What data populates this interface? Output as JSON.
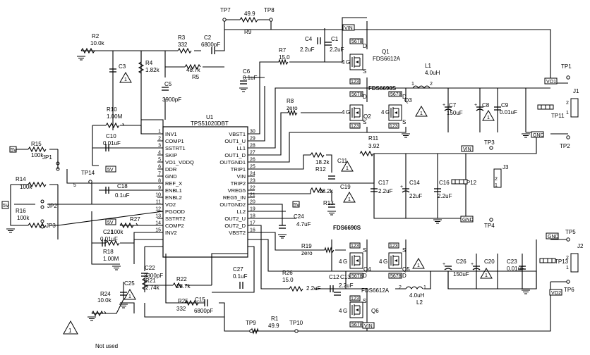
{
  "ic": {
    "ref": "U1",
    "part": "TPS51020DBT",
    "pins_left": [
      {
        "num": "1",
        "name": "INV1"
      },
      {
        "num": "2",
        "name": "COMP1"
      },
      {
        "num": "3",
        "name": "SSTRT1"
      },
      {
        "num": "4",
        "name": "SKIP"
      },
      {
        "num": "5",
        "name": "VO1_VDDQ"
      },
      {
        "num": "6",
        "name": "DDR"
      },
      {
        "num": "7",
        "name": "GND"
      },
      {
        "num": "8",
        "name": "REF_X"
      },
      {
        "num": "9",
        "name": "ENBL1"
      },
      {
        "num": "10",
        "name": "ENBL2"
      },
      {
        "num": "11",
        "name": "VO2"
      },
      {
        "num": "12",
        "name": "PGOOD"
      },
      {
        "num": "13",
        "name": "SSTRT2"
      },
      {
        "num": "14",
        "name": "COMP2"
      },
      {
        "num": "15",
        "name": "INV2"
      }
    ],
    "pins_right": [
      {
        "num": "30",
        "name": "VBST1"
      },
      {
        "num": "29",
        "name": "OUT1_U"
      },
      {
        "num": "28",
        "name": "LL1"
      },
      {
        "num": "27",
        "name": "OUT1_D"
      },
      {
        "num": "26",
        "name": "OUTGND1"
      },
      {
        "num": "25",
        "name": "TRIP1"
      },
      {
        "num": "24",
        "name": "VIN"
      },
      {
        "num": "23",
        "name": "TRIP2"
      },
      {
        "num": "22",
        "name": "VREG5"
      },
      {
        "num": "21",
        "name": "REG5_IN"
      },
      {
        "num": "20",
        "name": "OUTGND2"
      },
      {
        "num": "19",
        "name": "LL2"
      },
      {
        "num": "18",
        "name": "OUT2_U"
      },
      {
        "num": "17",
        "name": "OUT2_D"
      },
      {
        "num": "16",
        "name": "VBST2"
      }
    ]
  },
  "components": {
    "R1": {
      "ref": "R1",
      "value": "49.9"
    },
    "R2": {
      "ref": "R2",
      "value": "10.0k"
    },
    "R3": {
      "ref": "R3",
      "value": "332"
    },
    "R4": {
      "ref": "R4",
      "value": "1.82k"
    },
    "R5": {
      "ref": "R5",
      "value": "48.7k"
    },
    "R7": {
      "ref": "R7",
      "value": "15.0"
    },
    "R8": {
      "ref": "R8",
      "value": "zero"
    },
    "R9": {
      "ref": "R9",
      "value": "49.9"
    },
    "R10": {
      "ref": "R10",
      "value": "1.00M"
    },
    "R11": {
      "ref": "R11",
      "value": "3.92"
    },
    "R12": {
      "ref": "R12",
      "value": "18.2k"
    },
    "R13": {
      "ref": "R13",
      "value": "18.2k"
    },
    "R14": {
      "ref": "R14",
      "value": "100k"
    },
    "R15": {
      "ref": "R15",
      "value": "100k"
    },
    "R16": {
      "ref": "R16",
      "value": "100k"
    },
    "R18": {
      "ref": "R18",
      "value": "1.00M"
    },
    "R19": {
      "ref": "R19",
      "value": "zero"
    },
    "R21": {
      "ref": "R21",
      "value": "2.74k"
    },
    "R22": {
      "ref": "R22",
      "value": "28.7k"
    },
    "R24": {
      "ref": "R24",
      "value": "10.0k"
    },
    "R25": {
      "ref": "R25",
      "value": "332"
    },
    "R26": {
      "ref": "R26",
      "value": "15.0"
    },
    "R27": {
      "ref": "R27",
      "value": "100k"
    },
    "C1": {
      "ref": "C1",
      "value": "2.2uF"
    },
    "C2": {
      "ref": "C2",
      "value": "6800pF"
    },
    "C3": {
      "ref": "C3",
      "value": ""
    },
    "C4": {
      "ref": "C4",
      "value": "2.2uF"
    },
    "C5": {
      "ref": "C5",
      "value": "3900pF"
    },
    "C6": {
      "ref": "C6",
      "value": "0.1uF"
    },
    "C7": {
      "ref": "C7",
      "value": "150uF"
    },
    "C8": {
      "ref": "C8",
      "value": ""
    },
    "C9": {
      "ref": "C9",
      "value": "0.01uF"
    },
    "C10": {
      "ref": "C10",
      "value": "0.01uF"
    },
    "C11": {
      "ref": "C11",
      "value": ""
    },
    "C12": {
      "ref": "C12",
      "value": "2.2uF"
    },
    "C13": {
      "ref": "C13",
      "value": "2.2uF"
    },
    "C14": {
      "ref": "C14",
      "value": "22uF"
    },
    "C15": {
      "ref": "C15",
      "value": "6800pF"
    },
    "C16": {
      "ref": "C16",
      "value": "2.2uF"
    },
    "C17": {
      "ref": "C17",
      "value": "2.2uF"
    },
    "C18": {
      "ref": "C18",
      "value": "0.1uF"
    },
    "C19": {
      "ref": "C19",
      "value": ""
    },
    "C20": {
      "ref": "C20",
      "value": ""
    },
    "C21": {
      "ref": "C21",
      "value": "0.01uF"
    },
    "C22": {
      "ref": "C22",
      "value": "3300pF"
    },
    "C23": {
      "ref": "C23",
      "value": "0.01uF"
    },
    "C24": {
      "ref": "C24",
      "value": "4.7uF"
    },
    "C25": {
      "ref": "C25",
      "value": ""
    },
    "C26": {
      "ref": "C26",
      "value": "150uF"
    },
    "C27": {
      "ref": "C27",
      "value": "0.1uF"
    },
    "L1": {
      "ref": "L1",
      "value": "4.0uH"
    },
    "L2": {
      "ref": "L2",
      "value": "4.0uH"
    },
    "Q1": {
      "ref": "Q1",
      "value": "FDS6612A"
    },
    "Q2": {
      "ref": "Q2",
      "value": ""
    },
    "Q3": {
      "ref": "Q3",
      "value": ""
    },
    "Q23": {
      "ref": "",
      "value": "FDS6690S"
    },
    "Q4": {
      "ref": "Q4",
      "value": ""
    },
    "Q5": {
      "ref": "Q5",
      "value": ""
    },
    "Q45": {
      "ref": "",
      "value": "FDS6690S"
    },
    "Q6": {
      "ref": "Q6",
      "value": "FDS6612A"
    }
  },
  "testpoints": [
    "TP1",
    "TP2",
    "TP3",
    "TP4",
    "TP5",
    "TP6",
    "TP7",
    "TP8",
    "TP9",
    "TP10",
    "TP11",
    "TP12",
    "TP13",
    "TP14"
  ],
  "jumpers": [
    "JP1",
    "JP2",
    "JP3"
  ],
  "connectors": [
    "J1",
    "J2",
    "J3"
  ],
  "nets": {
    "vin": "VIN",
    "gnd": "GND",
    "vo1": "VO1",
    "vo2": "VO2",
    "n5v": "5V",
    "tp14": "5"
  },
  "pins": {
    "d": "D",
    "s": "S",
    "g": "G",
    "d5678": "5678",
    "n123": "123",
    "n4": "4"
  },
  "legend": {
    "symbol": "1",
    "text": "Not used"
  }
}
